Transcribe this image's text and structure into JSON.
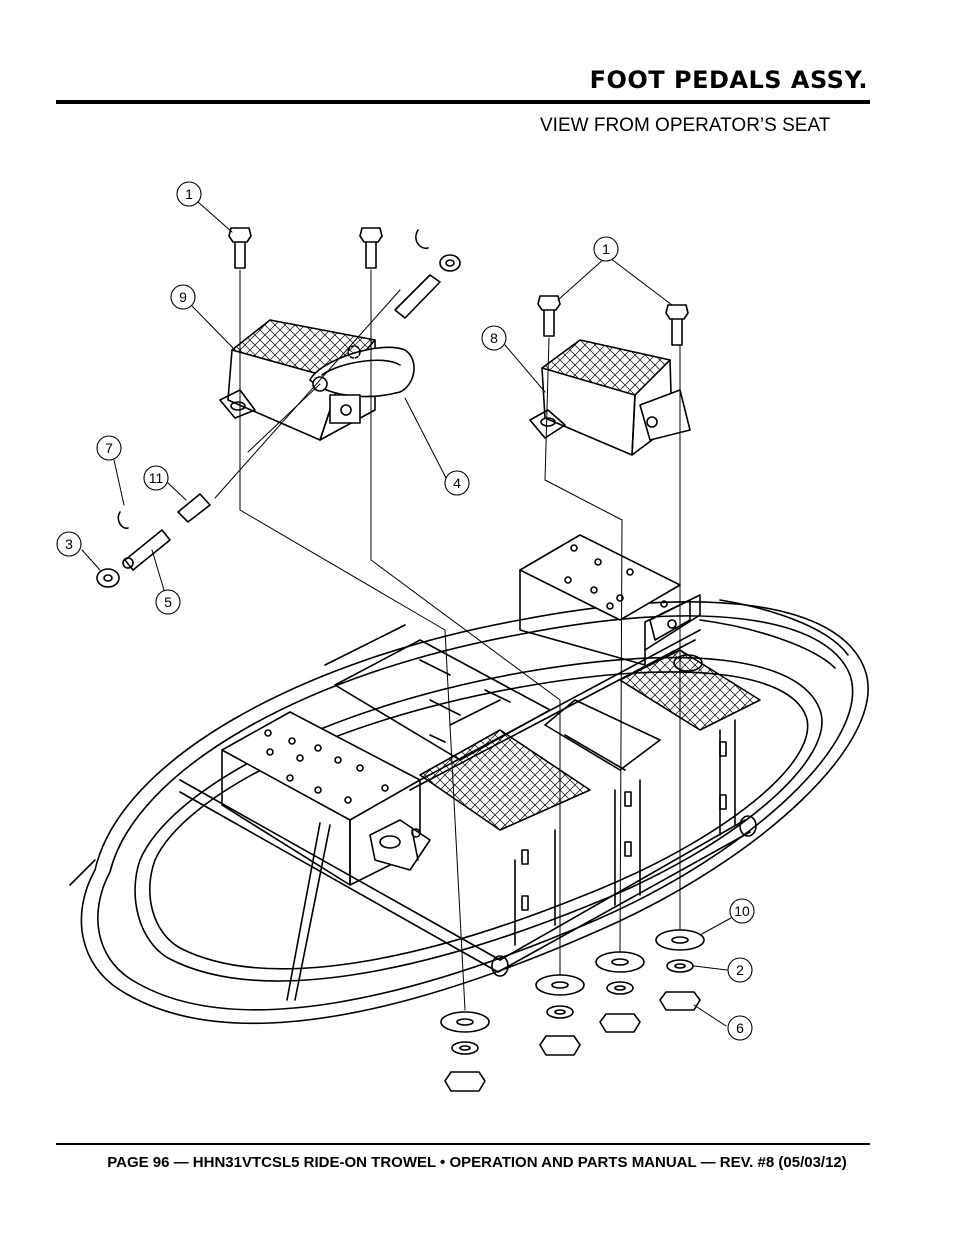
{
  "header": {
    "title": "FOOT PEDALS ASSY."
  },
  "view_label": "VIEW FROM OPERATOR’S SEAT",
  "callouts": [
    "1",
    "9",
    "1",
    "8",
    "4",
    "7",
    "11",
    "3",
    "5",
    "10",
    "2",
    "6"
  ],
  "footer": {
    "text": "PAGE 96 — HHN31VTCSL5 RIDE-ON TROWEL • OPERATION AND PARTS MANUAL — REV. #8 (05/03/12)"
  }
}
